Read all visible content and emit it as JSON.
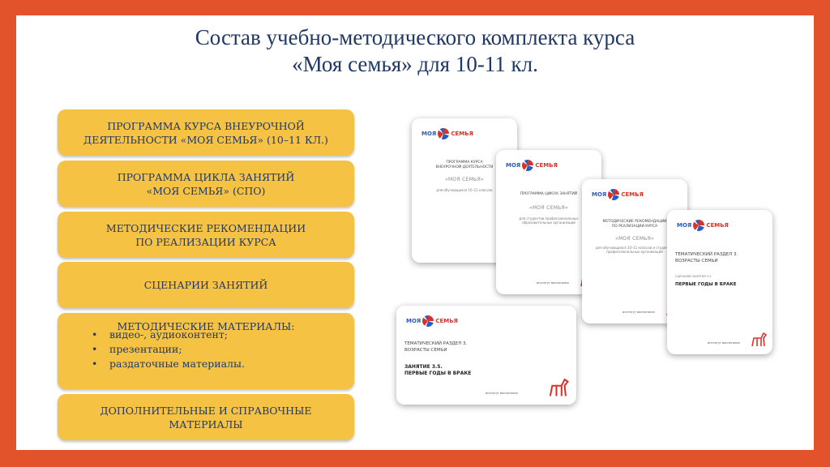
{
  "colors": {
    "frame": "#e3532b",
    "card": "#f6c244",
    "text": "#1f3864"
  },
  "title": {
    "line1": "Состав учебно-методического комплекта курса",
    "line2": "«Моя семья» для 10-11 кл."
  },
  "items": [
    {
      "line1": "ПРОГРАММА КУРСА ВНЕУРОЧНОЙ",
      "line2": "ДЕЯТЕЛЬНОСТИ «МОЯ СЕМЬЯ» (10–11 КЛ.)"
    },
    {
      "line1": "ПРОГРАММА ЦИКЛА ЗАНЯТИЙ",
      "line2": "«МОЯ СЕМЬЯ» (СПО)"
    },
    {
      "line1": "МЕТОДИЧЕСКИЕ РЕКОМЕНДАЦИИ",
      "line2": "ПО РЕАЛИЗАЦИИ КУРСА"
    },
    {
      "line1": "СЦЕНАРИИ ЗАНЯТИЙ"
    },
    {
      "line1": "МЕТОДИЧЕСКИЕ МАТЕРИАЛЫ:",
      "bullets": [
        "видео-, аудиоконтент;",
        "презентации;",
        "раздаточные материалы."
      ]
    },
    {
      "line1": "ДОПОЛНИТЕЛЬНЫЕ И СПРАВОЧНЫЕ",
      "line2": "МАТЕРИАЛЫ"
    }
  ],
  "docs": {
    "logo_a": "МОЯ",
    "logo_b": "СЕМЬЯ",
    "doc1": {
      "l1": "ПРОГРАММА КУРСА",
      "l2": "ВНЕУРОЧНОЙ ДЕЯТЕЛЬНОСТИ",
      "name": "«МОЯ СЕМЬЯ»",
      "sub": "для обучающихся 10–11 классов"
    },
    "doc2": {
      "l1": "ПРОГРАММА ЦИКЛА ЗАНЯТИЙ",
      "name": "«МОЯ СЕМЬЯ»",
      "sub": "для студентов профессиональных образовательных организаций"
    },
    "doc3": {
      "l1": "МЕТОДИЧЕСКИЕ РЕКОМЕНДАЦИИ",
      "l2": "ПО РЕАЛИЗАЦИИ КУРСА",
      "name": "«МОЯ СЕМЬЯ»",
      "sub": "для обучающихся 10–11 классов и студентов профессиональных организаций"
    },
    "doc4": {
      "h1": "ТЕМАТИЧЕСКИЙ РАЗДЕЛ 3.",
      "h2": "ВОЗРАСТЫ СЕМЬИ",
      "tiny": "СЦЕНАРИЙ ЗАНЯТИЯ 3.5",
      "b1": "ПЕРВЫЕ ГОДЫ В БРАКЕ"
    },
    "doc5": {
      "h1": "ТЕМАТИЧЕСКИЙ РАЗДЕЛ 3.",
      "h2": "ВОЗРАСТЫ СЕМЬИ",
      "b1": "ЗАНЯТИЕ 3.5.",
      "b2": "ПЕРВЫЕ ГОДЫ В БРАКЕ"
    },
    "foot": "институт воспитания"
  }
}
